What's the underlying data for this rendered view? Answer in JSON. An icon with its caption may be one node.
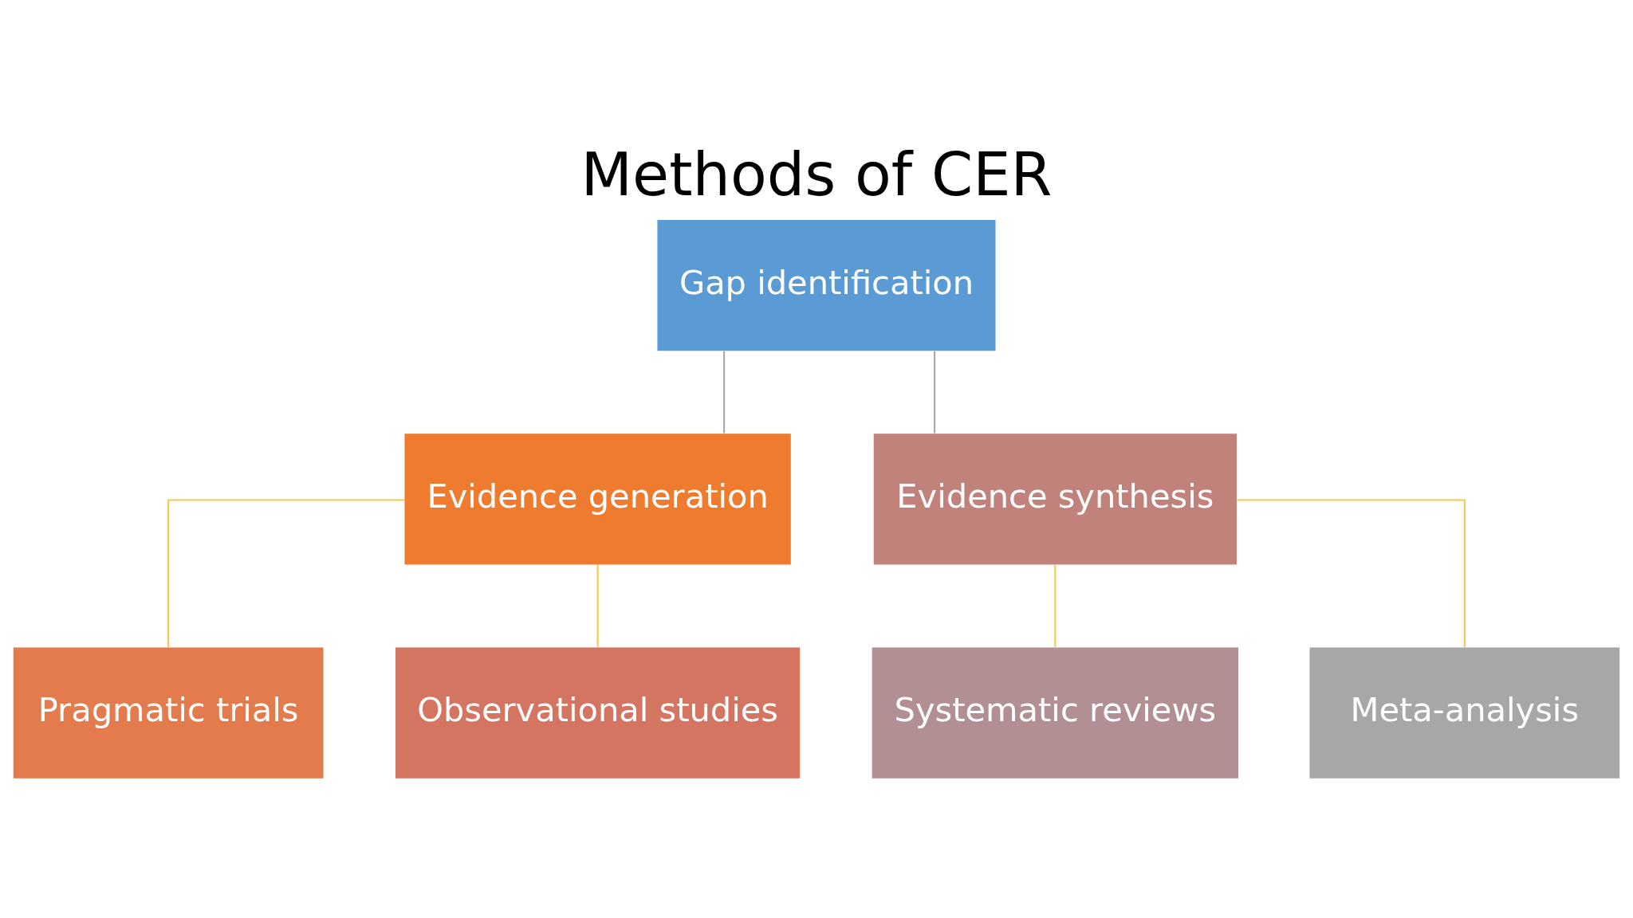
{
  "diagram": {
    "title": "Methods of CER",
    "nodes": [
      {
        "text": [
          "Gap identification"
        ]
      },
      {
        "text": [
          "Evidence generation"
        ]
      },
      {
        "text": [
          "Evidence synthesis"
        ]
      },
      {
        "text": [
          "Pragmatic trials"
        ]
      },
      {
        "text": [
          "Observational studies"
        ]
      },
      {
        "text": [
          "Systematic reviews"
        ]
      },
      {
        "text": [
          "Meta-analysis"
        ]
      }
    ],
    "edges": [
      {
        "from": 0,
        "to": 1,
        "arrow": "none",
        "color": "#a6a6a6"
      },
      {
        "from": 0,
        "to": 2,
        "arrow": "none",
        "color": "#a6a6a6"
      },
      {
        "from": 1,
        "to": 3,
        "arrow": "none",
        "color": "#f2c94c"
      },
      {
        "from": 1,
        "to": 4,
        "arrow": "none",
        "color": "#f2c94c"
      },
      {
        "from": 2,
        "to": 5,
        "arrow": "none",
        "color": "#f2c94c"
      },
      {
        "from": 2,
        "to": 6,
        "arrow": "none",
        "color": "#f2c94c"
      }
    ]
  }
}
